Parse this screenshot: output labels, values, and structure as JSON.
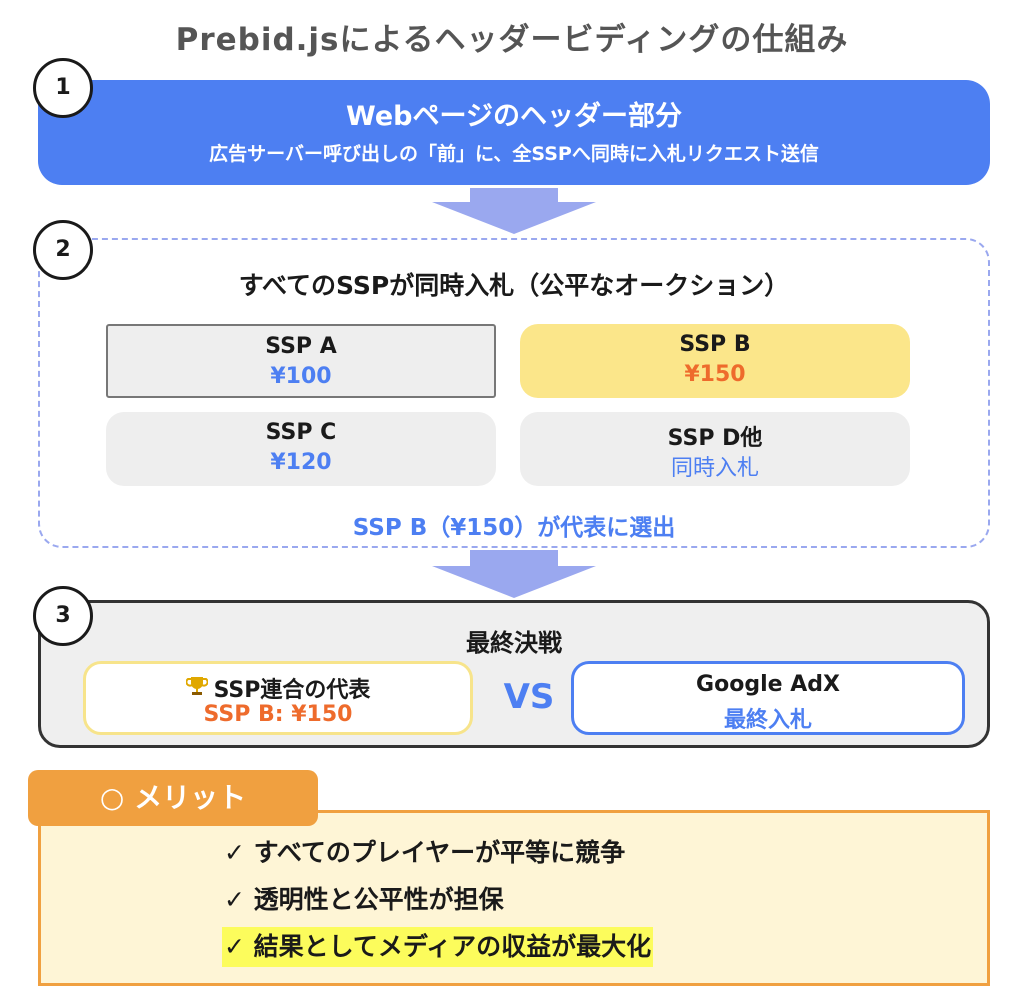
{
  "title": "Prebid.jsによるヘッダービディングの仕組み",
  "steps": [
    "1",
    "2",
    "3"
  ],
  "header": {
    "title": "Webページのヘッダー部分",
    "subtitle": "広告サーバー呼び出しの「前」に、全SSPへ同時に入札リクエスト送信"
  },
  "auction": {
    "title": "すべてのSSPが同時入札（公平なオークション）",
    "cards": [
      {
        "name": "SSP A",
        "value": "¥100"
      },
      {
        "name": "SSP B",
        "value": "¥150"
      },
      {
        "name": "SSP C",
        "value": "¥120"
      },
      {
        "name": "SSP D他",
        "value": "同時入札"
      }
    ],
    "winner": "SSP B（¥150）が代表に選出"
  },
  "final": {
    "title": "最終決戦",
    "alliance": {
      "icon": "trophy-icon",
      "label": "SSP連合の代表",
      "value": "SSP B: ¥150"
    },
    "vs": "VS",
    "adx": {
      "label": "Google AdX",
      "value": "最終入札"
    }
  },
  "merits": {
    "heading": "○ メリット",
    "items": [
      "✓ すべてのプレイヤーが平等に競争",
      "✓ 透明性と公平性が担保",
      "✓ 結果としてメディアの収益が最大化"
    ]
  },
  "colors": {
    "primary_blue": "#4d7ff2",
    "arrow_blue": "#9aa8ef",
    "orange": "#ee6b2c",
    "merit_orange": "#f0a040",
    "yellow": "#fbe68a",
    "highlight": "#fcfc5c"
  }
}
